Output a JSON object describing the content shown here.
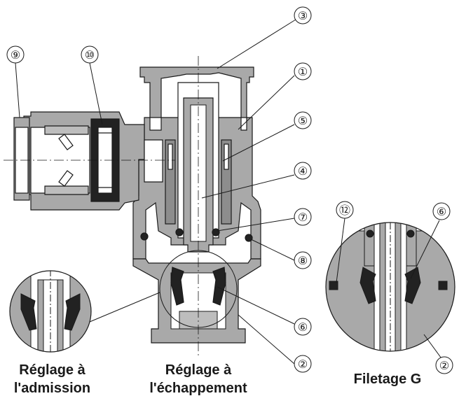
{
  "captions": {
    "left_line1": "Réglage à",
    "left_line2": "l'admission",
    "center_line1": "Réglage à",
    "center_line2": "l'échappement",
    "right": "Filetage G"
  },
  "callouts": [
    "①",
    "②",
    "③",
    "④",
    "⑤",
    "⑥",
    "⑦",
    "⑧",
    "⑨",
    "⑩",
    "⑫"
  ],
  "colors": {
    "body_fill": "#a9a9a9",
    "body_dark": "#6e6e6e",
    "seal_fill": "#222222",
    "line": "#1a1a1a",
    "background": "#ffffff"
  }
}
